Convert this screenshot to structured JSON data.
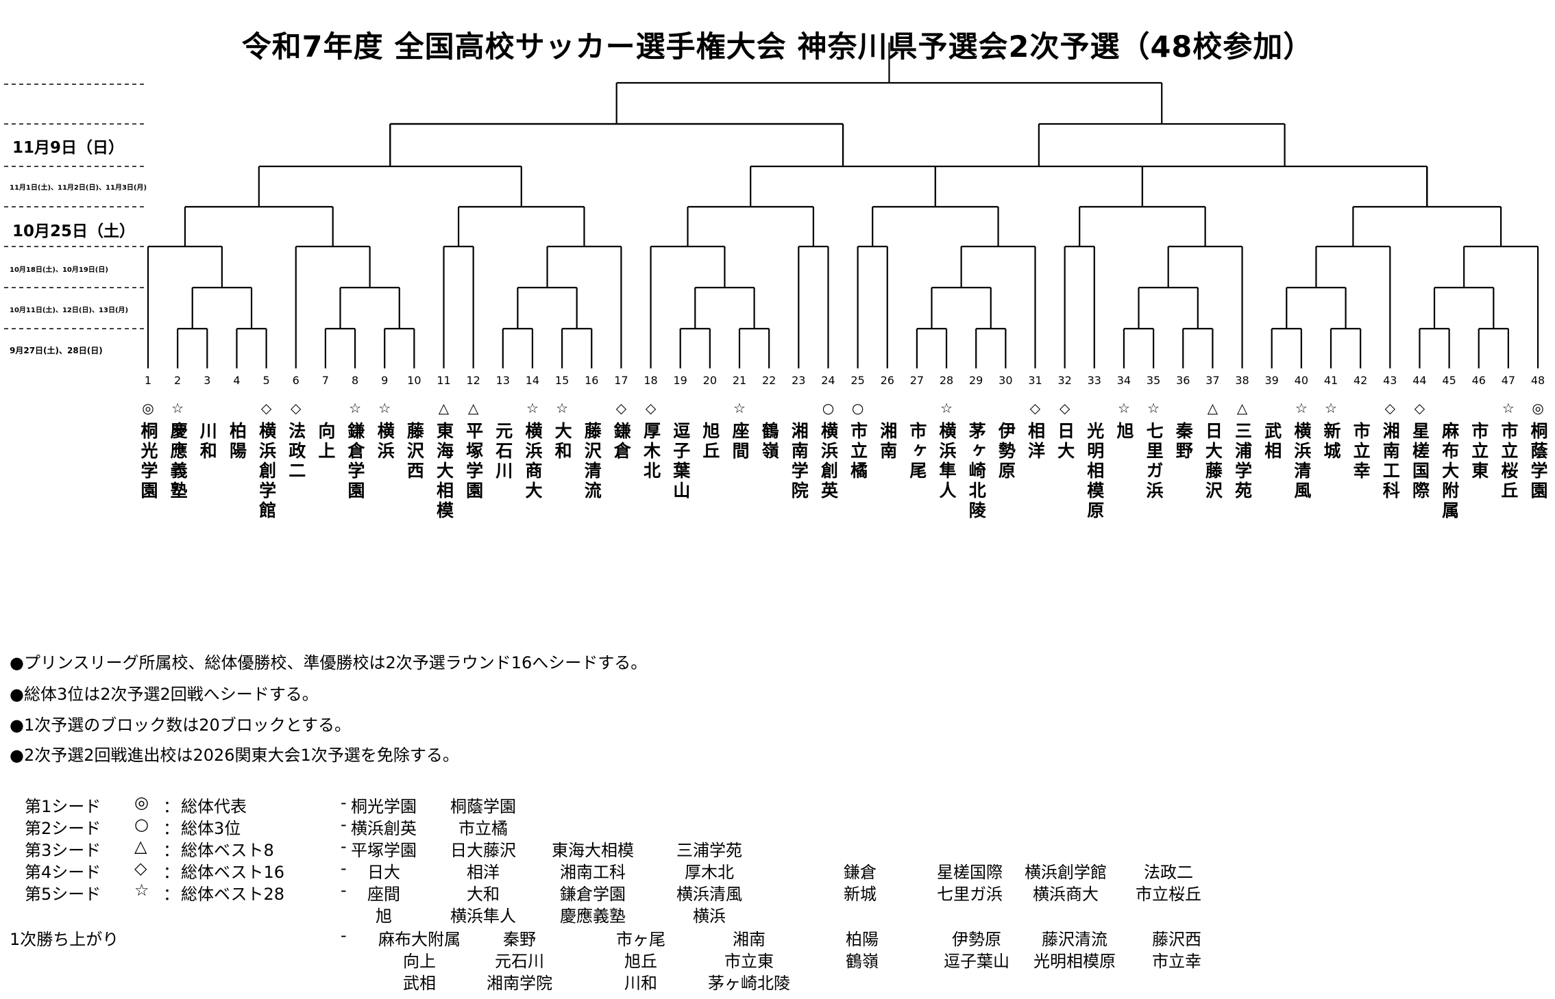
{
  "title": "令和7年度 全国高校サッカー選手権大会 神奈川県予選会2次予選（48校参加）",
  "dates": {
    "d1": "11月9日（日）",
    "d2": "11月1日(土)、11月2日(日)、11月3日(月)",
    "d3": "10月25日（土）",
    "d4": "10月18日(土)、10月19日(日)",
    "d5": "10月11日(土)、12日(日)、13日(月)",
    "d6": "9月27日(土)、28日(日)"
  },
  "teams": [
    {
      "num": "1",
      "mark": "◎",
      "name": "桐光学園"
    },
    {
      "num": "2",
      "mark": "☆",
      "name": "慶應義塾"
    },
    {
      "num": "3",
      "mark": "",
      "name": "川和"
    },
    {
      "num": "4",
      "mark": "",
      "name": "柏陽"
    },
    {
      "num": "5",
      "mark": "◇",
      "name": "横浜創学館"
    },
    {
      "num": "6",
      "mark": "◇",
      "name": "法政二"
    },
    {
      "num": "7",
      "mark": "",
      "name": "向上"
    },
    {
      "num": "8",
      "mark": "☆",
      "name": "鎌倉学園"
    },
    {
      "num": "9",
      "mark": "☆",
      "name": "横浜"
    },
    {
      "num": "10",
      "mark": "",
      "name": "藤沢西"
    },
    {
      "num": "11",
      "mark": "△",
      "name": "東海大相模"
    },
    {
      "num": "12",
      "mark": "△",
      "name": "平塚学園"
    },
    {
      "num": "13",
      "mark": "",
      "name": "元石川"
    },
    {
      "num": "14",
      "mark": "☆",
      "name": "横浜商大"
    },
    {
      "num": "15",
      "mark": "☆",
      "name": "大和"
    },
    {
      "num": "16",
      "mark": "",
      "name": "藤沢清流"
    },
    {
      "num": "17",
      "mark": "◇",
      "name": "鎌倉"
    },
    {
      "num": "18",
      "mark": "◇",
      "name": "厚木北"
    },
    {
      "num": "19",
      "mark": "",
      "name": "逗子葉山"
    },
    {
      "num": "20",
      "mark": "",
      "name": "旭丘"
    },
    {
      "num": "21",
      "mark": "☆",
      "name": "座間"
    },
    {
      "num": "22",
      "mark": "",
      "name": "鶴嶺"
    },
    {
      "num": "23",
      "mark": "",
      "name": "湘南学院"
    },
    {
      "num": "24",
      "mark": "○",
      "name": "横浜創英"
    },
    {
      "num": "25",
      "mark": "○",
      "name": "市立橘"
    },
    {
      "num": "26",
      "mark": "",
      "name": "湘南"
    },
    {
      "num": "27",
      "mark": "",
      "name": "市ヶ尾"
    },
    {
      "num": "28",
      "mark": "☆",
      "name": "横浜隼人"
    },
    {
      "num": "29",
      "mark": "",
      "name": "茅ヶ崎北陵"
    },
    {
      "num": "30",
      "mark": "",
      "name": "伊勢原"
    },
    {
      "num": "31",
      "mark": "◇",
      "name": "相洋"
    },
    {
      "num": "32",
      "mark": "◇",
      "name": "日大"
    },
    {
      "num": "33",
      "mark": "",
      "name": "光明相模原"
    },
    {
      "num": "34",
      "mark": "☆",
      "name": "旭"
    },
    {
      "num": "35",
      "mark": "☆",
      "name": "七里ガ浜"
    },
    {
      "num": "36",
      "mark": "",
      "name": "秦野"
    },
    {
      "num": "37",
      "mark": "△",
      "name": "日大藤沢"
    },
    {
      "num": "38",
      "mark": "△",
      "name": "三浦学苑"
    },
    {
      "num": "39",
      "mark": "",
      "name": "武相"
    },
    {
      "num": "40",
      "mark": "☆",
      "name": "横浜清風"
    },
    {
      "num": "41",
      "mark": "☆",
      "name": "新城"
    },
    {
      "num": "42",
      "mark": "",
      "name": "市立幸"
    },
    {
      "num": "43",
      "mark": "◇",
      "name": "湘南工科"
    },
    {
      "num": "44",
      "mark": "◇",
      "name": "星槎国際"
    },
    {
      "num": "45",
      "mark": "",
      "name": "麻布大附属"
    },
    {
      "num": "46",
      "mark": "",
      "name": "市立東"
    },
    {
      "num": "47",
      "mark": "☆",
      "name": "市立桜丘"
    },
    {
      "num": "48",
      "mark": "◎",
      "name": "桐蔭学園"
    }
  ],
  "notes": [
    "●プリンスリーグ所属校、総体優勝校、準優勝校は2次予選ラウンド16へシードする。",
    "●総体3位は2次予選2回戦へシードする。",
    "●1次予選のブロック数は20ブロックとする。",
    "●2次予選2回戦進出校は2026関東大会1次予選を免除する。"
  ],
  "seeds": [
    {
      "label": "第1シード",
      "mark": "◎",
      "colon": "：",
      "desc": "総体代表",
      "dash": "-",
      "row1": [
        "桐光学園",
        "桐蔭学園",
        "",
        "",
        "",
        "",
        "",
        ""
      ],
      "row2": null
    },
    {
      "label": "第2シード",
      "mark": "○",
      "colon": "：",
      "desc": "総体3位",
      "dash": "-",
      "row1": [
        "横浜創英",
        "市立橘",
        "",
        "",
        "",
        "",
        "",
        ""
      ],
      "row2": null
    },
    {
      "label": "第3シード",
      "mark": "△",
      "colon": "：",
      "desc": "総体ベスト8",
      "dash": "-",
      "row1": [
        "平塚学園",
        "日大藤沢",
        "東海大相模",
        "三浦学苑",
        "",
        "",
        "",
        ""
      ],
      "row2": null
    },
    {
      "label": "第4シード",
      "mark": "◇",
      "colon": "：",
      "desc": "総体ベスト16",
      "dash": "-",
      "row1": [
        "日大",
        "相洋",
        "湘南工科",
        "厚木北",
        "鎌倉",
        "星槎国際",
        "横浜創学館",
        "法政二"
      ],
      "row2": null
    },
    {
      "label": "第5シード",
      "mark": "☆",
      "colon": "：",
      "desc": "総体ベスト28",
      "dash": "-",
      "row1": [
        "座間",
        "大和",
        "鎌倉学園",
        "横浜清風",
        "新城",
        "七里ガ浜",
        "横浜商大",
        "市立桜丘"
      ],
      "row2": [
        "旭",
        "横浜隼人",
        "慶應義塾",
        "横浜",
        "",
        "",
        "",
        ""
      ]
    }
  ],
  "first_round": {
    "label": "1次勝ち上がり",
    "dash": "-",
    "rows": [
      [
        "麻布大附属",
        "秦野",
        "市ヶ尾",
        "湘南",
        "柏陽",
        "伊勢原",
        "藤沢清流",
        "藤沢西"
      ],
      [
        "向上",
        "元石川",
        "旭丘",
        "市立東",
        "鶴嶺",
        "逗子葉山",
        "光明相模原",
        "市立幸"
      ],
      [
        "武相",
        "湘南学院",
        "川和",
        "茅ヶ崎北陵",
        "",
        "",
        "",
        ""
      ]
    ]
  }
}
